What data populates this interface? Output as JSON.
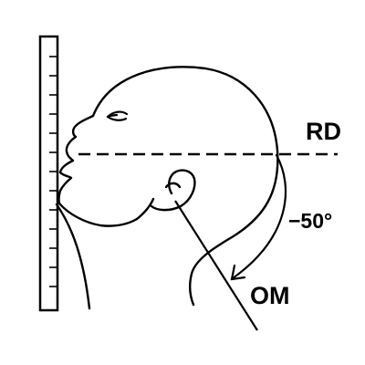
{
  "labels": {
    "line_top": "RD",
    "angle": "−50°",
    "line_bottom": "OM"
  },
  "colors": {
    "stroke": "#000000",
    "background": "#ffffff"
  }
}
